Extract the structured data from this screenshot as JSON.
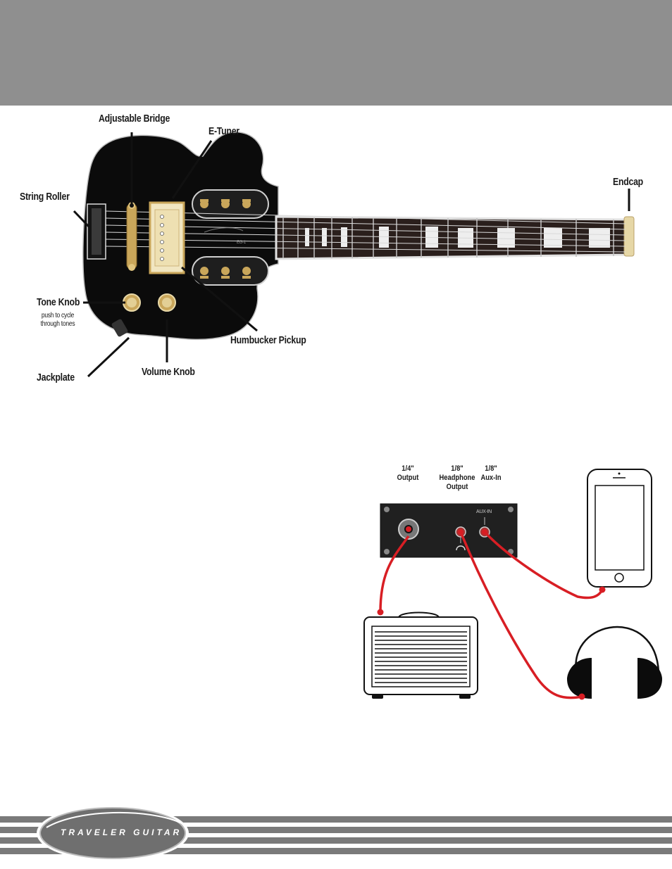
{
  "guitar_labels": {
    "adjustable_bridge": "Adjustable Bridge",
    "e_tuner": "E-Tuner",
    "string_roller": "String Roller",
    "endcap": "Endcap",
    "tone_knob": "Tone Knob",
    "tone_knob_note_1": "push to cycle",
    "tone_knob_note_2": "through tones",
    "humbucker_pickup": "Humbucker Pickup",
    "jackplate": "Jackplate",
    "volume_knob": "Volume Knob",
    "model_mark": "EG-1"
  },
  "connections": {
    "output_quarter_size": "1/4\"",
    "output_quarter_name": "Output",
    "headphone_size": "1/8\"",
    "headphone_name_1": "Headphone",
    "headphone_name_2": "Output",
    "aux_size": "1/8\"",
    "aux_name": "Aux-In",
    "aux_panel_label": "AUX-IN"
  },
  "footer": {
    "logo_text": "TRAVELER GUITAR"
  },
  "colors": {
    "header_band": "#8f8f8f",
    "cable": "#d81e24",
    "guitar_body": "#0c0c0c",
    "gold": "#c9a65a",
    "footer_stripe": "#7a7a7a"
  }
}
